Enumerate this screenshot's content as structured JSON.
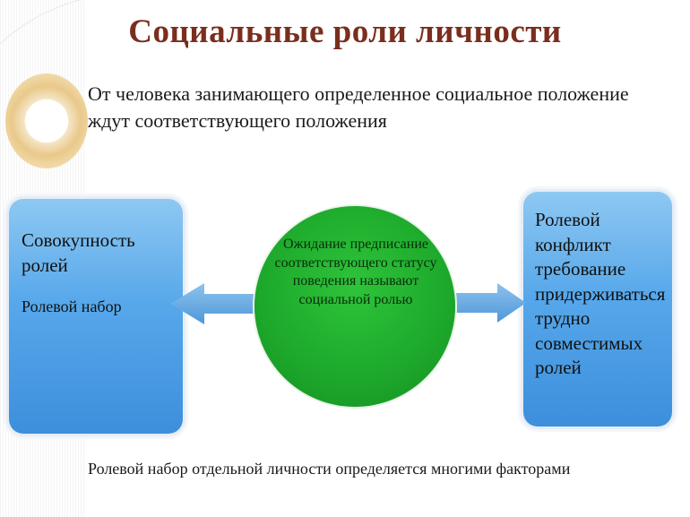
{
  "slide": {
    "title": "Социальные роли личности",
    "intro": "От человека занимающего определенное социальное положение ждут соответствующего положения",
    "left_panel": {
      "heading": "Совокупность ролей",
      "sub": "Ролевой набор"
    },
    "center_circle": {
      "text": "Ожидание предписание соответствующего статусу поведения называют социальной ролью"
    },
    "right_panel": {
      "text": "Ролевой конфликт требование придерживаться трудно совместимых ролей"
    },
    "footer": "Ролевой набор  отдельной личности определяется многими факторами"
  },
  "colors": {
    "title": "#7a2e1e",
    "panel_blue": "#4c9fe6",
    "circle_green": "#1da82b",
    "arrow_blue": "#5aa0dc"
  }
}
